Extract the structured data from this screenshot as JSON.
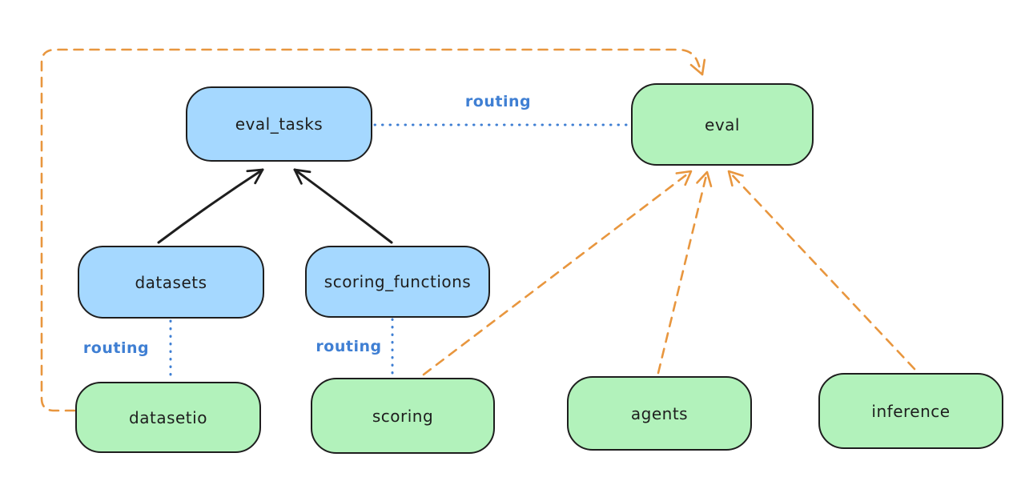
{
  "diagram": {
    "nodes": {
      "eval_tasks": {
        "label": "eval_tasks",
        "fill": "#a5d8ff"
      },
      "eval": {
        "label": "eval",
        "fill": "#b2f2bb"
      },
      "datasets": {
        "label": "datasets",
        "fill": "#a5d8ff"
      },
      "scoring_functions": {
        "label": "scoring_functions",
        "fill": "#a5d8ff"
      },
      "datasetio": {
        "label": "datasetio",
        "fill": "#b2f2bb"
      },
      "scoring": {
        "label": "scoring",
        "fill": "#b2f2bb"
      },
      "agents": {
        "label": "agents",
        "fill": "#b2f2bb"
      },
      "inference": {
        "label": "inference",
        "fill": "#b2f2bb"
      }
    },
    "edges": [
      {
        "from": "datasets",
        "to": "eval_tasks",
        "style": "solid",
        "color": "#1e1e1e",
        "label": ""
      },
      {
        "from": "scoring_functions",
        "to": "eval_tasks",
        "style": "solid",
        "color": "#1e1e1e",
        "label": ""
      },
      {
        "from": "eval_tasks",
        "to": "eval",
        "style": "dotted",
        "color": "#3f7fd3",
        "label": "routing"
      },
      {
        "from": "datasets",
        "to": "datasetio",
        "style": "dotted",
        "color": "#3f7fd3",
        "label": "routing"
      },
      {
        "from": "scoring_functions",
        "to": "scoring",
        "style": "dotted",
        "color": "#3f7fd3",
        "label": "routing"
      },
      {
        "from": "datasetio",
        "to": "eval",
        "style": "dashed",
        "color": "#e8963e",
        "label": ""
      },
      {
        "from": "scoring",
        "to": "eval",
        "style": "dashed",
        "color": "#e8963e",
        "label": ""
      },
      {
        "from": "agents",
        "to": "eval",
        "style": "dashed",
        "color": "#e8963e",
        "label": ""
      },
      {
        "from": "inference",
        "to": "eval",
        "style": "dashed",
        "color": "#e8963e",
        "label": ""
      }
    ],
    "colors": {
      "node_blue_fill": "#a5d8ff",
      "node_green_fill": "#b2f2bb",
      "node_border": "#1e1e1e",
      "edge_black": "#1e1e1e",
      "edge_blue": "#3f7fd3",
      "edge_orange": "#e8963e",
      "background": "#ffffff"
    }
  }
}
